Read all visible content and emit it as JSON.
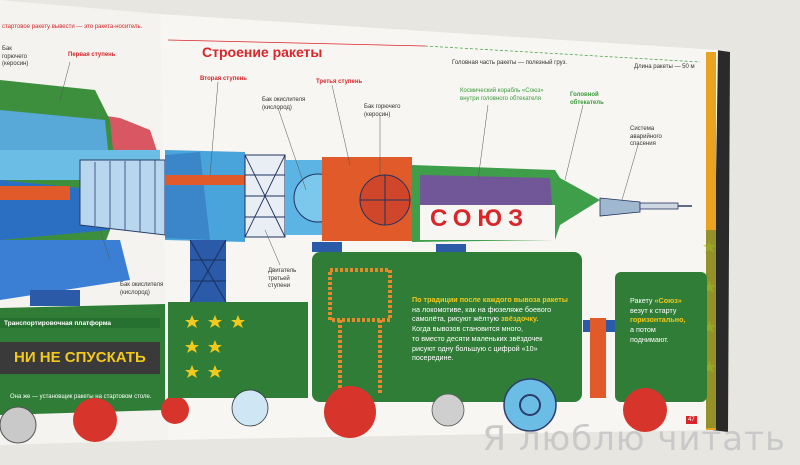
{
  "page": {
    "title": "Строение ракеты",
    "top_left_caption": "стартовое ракету вывести — это ракета-носитель.",
    "head_section": "Головная часть ракеты — полезный груз.",
    "length_note": "Длина ракеты — 50 м",
    "page_number": "47"
  },
  "left_labels": {
    "first_stage": "Первая ступень",
    "fuel_tank": "Бак горючего (керосин)",
    "oxidizer_tank": "Бак окислителя (кислород)",
    "platform": "Транспортировочная платформа",
    "green_caption": "Она же — установщик ракеты на стартовом столе."
  },
  "stage_labels": {
    "second_stage": "Вторая ступень",
    "third_stage": "Третья ступень",
    "oxidizer": "Бак окислителя (кислород)",
    "fuel": "Бак горючего (керосин)",
    "soyuz_ship": "Космический корабль «Союз» внутри головного обтекателя",
    "fairing": "Головной обтекатель",
    "escape": "Система аварийного спасения",
    "engine": "Двигатель третьей ступени"
  },
  "rocket_text": "СОЮЗ",
  "sign_text": "НИ НЕ СПУСКАТЬ",
  "tradition_text": {
    "line1_prefix": "По традиции после каждого вывоза ракеты",
    "line2": "на локомотиве, как на фюзеляже боевого",
    "line3_prefix": "самолёта, рисуют жёлтую ",
    "line3_hl": "звёздочку.",
    "line4": "Когда вывозов становится много,",
    "line5": "то вместо десяти маленьких звёздочек",
    "line6": "рисуют одну большую с цифрой «10»",
    "line7": "посередине."
  },
  "soyuz_note": {
    "l1a": "Ракету ",
    "l1b": "«Союз»",
    "l2": "везут к старту",
    "l3": "горизонтально,",
    "l4": "а потом",
    "l5": "поднимают."
  },
  "watermark": "Я люблю читать",
  "colors": {
    "accent_red": "#d8262a",
    "panel_green": "#2f7d36",
    "star_yellow": "#f2c91c"
  }
}
